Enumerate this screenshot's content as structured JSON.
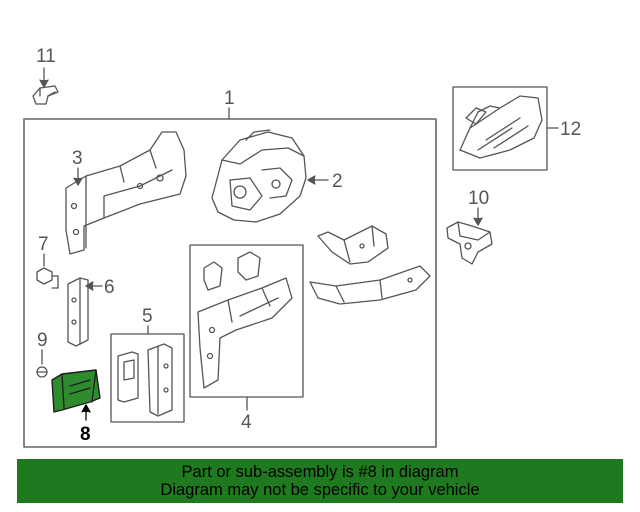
{
  "diagram": {
    "callouts": {
      "c1": "1",
      "c2": "2",
      "c3": "3",
      "c4": "4",
      "c5": "5",
      "c6": "6",
      "c7": "7",
      "c8": "8",
      "c9": "9",
      "c10": "10",
      "c11": "11",
      "c12": "12"
    },
    "highlighted_part": "8"
  },
  "banner": {
    "line1": "Part or sub-assembly is #8 in diagram",
    "line2": "Diagram may not be specific to your vehicle"
  },
  "colors": {
    "line": "#555555",
    "highlight_fill": "#2e8b2e",
    "banner_bg": "#1f7a1f"
  }
}
